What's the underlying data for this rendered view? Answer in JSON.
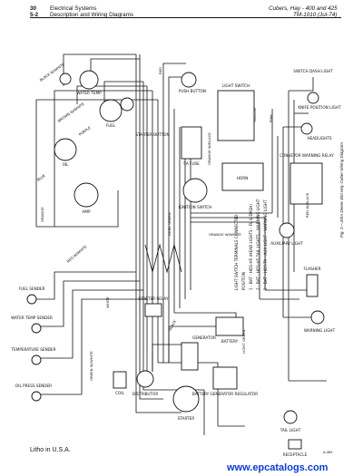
{
  "header": {
    "page_number": "30",
    "section_number": "5-2",
    "section_title": "Electrical Systems",
    "section_subtitle": "Description and Wiring Diagrams",
    "product": "Cubers, Hay - 400 and 425",
    "manual": "TM-1010",
    "date": "(Jul-74)"
  },
  "diagram": {
    "caption": "Fig. 1—John Deere 400 Hay Cuber Wiring Diagram",
    "components": {
      "water_temp_gauge": "WATER TEMP",
      "fuel_gauge": "FUEL",
      "push_button": "PUSH BUTTON",
      "oil_gauge": "OIL",
      "amp_gauge": "AMP",
      "starter_button": "STARTER BUTTON",
      "light_switch": "LIGHT SWITCH",
      "fuse": "5A FUSE",
      "ignition_switch": "IGNITION SWITCH",
      "horn": "HORN",
      "switch_dash_light": "SWITCH DASH LIGHT",
      "knife_position_light": "KNIFE POSITION LIGHT",
      "headlights": "HEADLIGHTS",
      "flasher": "FLASHER",
      "conveyor_warning_relay": "CONVEYOR WARNING RELAY",
      "auxiliary_light": "AUXILIARY LIGHT",
      "warning_light": "WARNING LIGHT",
      "battery": "BATTERY",
      "starter_relay": "STARTER RELAY",
      "starter": "STARTER",
      "generator": "GENERATOR",
      "regulator": "BATTERY GENERATOR REGULATOR",
      "distributor": "DISTRIBUTOR",
      "coil": "COIL",
      "fuel_sender": "FUEL SENDER",
      "water_temp_sender": "WATER TEMP SENDER",
      "temperature_sender": "TEMPERATURE SENDER",
      "oil_press_sender": "OIL PRESS SENDER",
      "tail_light": "TAIL LIGHT",
      "receptacle": "RECEPTACLE"
    },
    "wire_labels": {
      "black_white": "BLACK W/WHITE",
      "purple": "PURPLE",
      "brown_white": "BROWN W/WHITE",
      "red": "RED",
      "orange": "ORANGE",
      "blue": "BLUE",
      "black": "BLACK",
      "white": "WHITE",
      "yellow": "YELLOW",
      "pink": "PINK",
      "dark_green": "DARK GREEN",
      "light_green": "LIGHT GREEN",
      "green_white": "GREEN W/WHITE",
      "red_white": "RED W/WHITE",
      "red_black": "RED W/BLACK",
      "orange_black": "ORANGE W/BLACK",
      "orange_white": "ORANGE W/WHITE"
    },
    "light_switch_table": {
      "title": "LIGHT SWITCH TERMINALS CONNECTED",
      "position_header": "POSITION",
      "rows": [
        "1 - BAT - HDS-H5 (HEAD LIGHTS - FL & DASH)",
        "2 - BAT - HDS-H5 TAIL LIGHTS - WARNING LIGHT",
        "3 - BAT - HD5-TA - AUX LIGHT - WARNING LIGHT"
      ]
    }
  },
  "footer": {
    "imprint": "Litho in U.S.A.",
    "watermark": "www.epcatalogs.com",
    "figure_code": "A-465"
  }
}
